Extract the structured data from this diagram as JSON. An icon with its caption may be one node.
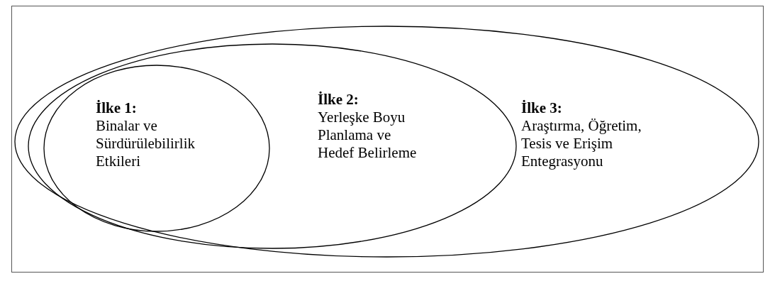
{
  "diagram": {
    "nodes": [
      {
        "text": [
          "İlke 3:",
          "Araştırma, Öğretim, Tesis ve Erişim Entegrasyonu"
        ]
      },
      {
        "text": [
          "İlke 2:",
          "Yerleşke Boyu Planlama ve Hedef Belirleme"
        ],
        "in": 0
      },
      {
        "text": [
          "İlke 1:",
          "Binalar ve Sürdürülebilirlik Etkileri"
        ],
        "in": 1
      }
    ]
  }
}
